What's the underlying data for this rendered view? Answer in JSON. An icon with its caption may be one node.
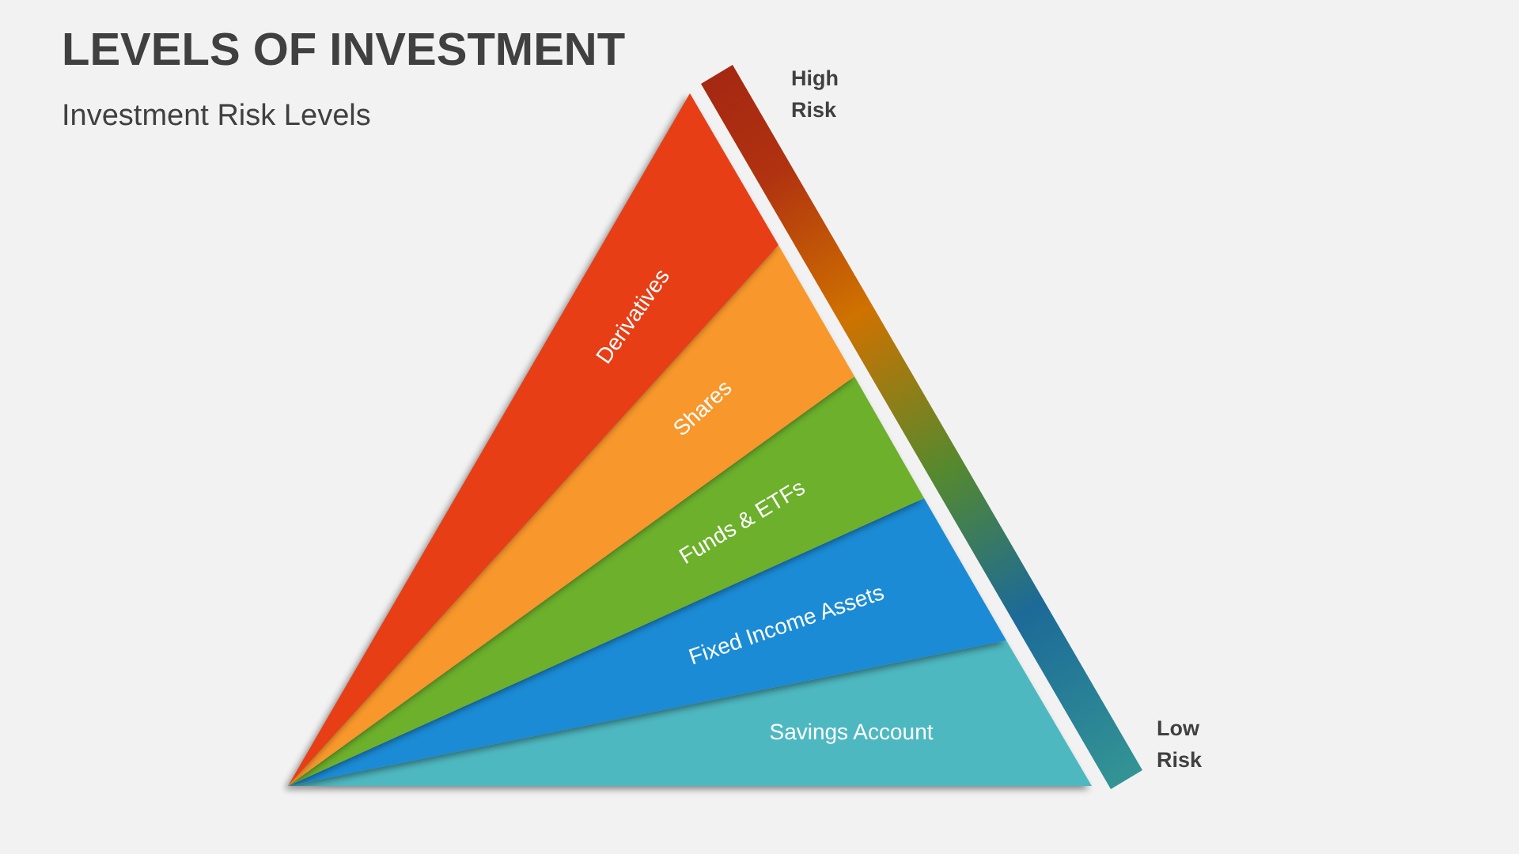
{
  "diagram": {
    "title": "LEVELS OF INVESTMENT",
    "nodes": [
      {
        "text": [
          "Derivatives"
        ]
      },
      {
        "text": [
          "Shares"
        ]
      },
      {
        "text": [
          "Funds & ETFs"
        ]
      },
      {
        "text": [
          "Fixed Income Assets"
        ]
      },
      {
        "text": [
          "Savings Account"
        ]
      }
    ],
    "labels": [
      "Investment Risk Levels",
      "High Risk",
      "Low Risk"
    ]
  }
}
